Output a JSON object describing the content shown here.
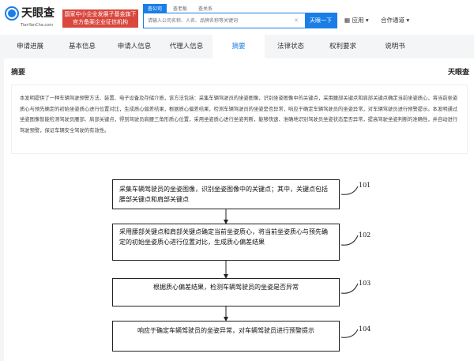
{
  "header": {
    "logo": "天眼查",
    "logo_sub": "TianYanCha.com",
    "badge_line1": "国家中小企业发展子基金旗下",
    "badge_line2": "官方备案企业征信机构",
    "search_tabs": [
      "查公司",
      "查老板",
      "查关系"
    ],
    "search_placeholder": "请输入公司名称、人名、品牌名称等关键词",
    "search_button": "天眼一下",
    "apps": "应用",
    "coop": "合作通道"
  },
  "nav": [
    "申请进展",
    "基本信息",
    "申请人信息",
    "代理人信息",
    "摘要",
    "法律状态",
    "权利要求",
    "说明书"
  ],
  "panel": {
    "title": "摘要",
    "brand": "天眼查",
    "abstract": "本发明提供了一种车辆驾驶预警方法、装置、电子设备及存储介质，该方法包括：采集车辆驾驶员的坐姿图像，识别坐姿图像中的关键点，采用腰部关键点和肩部关键点确定当前坐姿质心，将当前坐姿质心与预先确定的初始坐姿质心进行位置对比，生成质心偏差结果，根据质心偏差结果，检测车辆驾驶员的坐姿是否异常，响应于确定车辆驾驶员的坐姿异常，对车辆驾驶员进行预警提示。本发明通过坐姿图像智能检测驾驶员腰部、肩部关键点，得到驾驶员肩腰三角形质心位置，采用坐姿质心进行坐姿判断，能够快速、准确地识别驾驶员坐姿状态是否异常，提高驾驶坐姿判断的准确性，并自动进行驾驶预警，保证车辆安全驾驶的有效性。"
  },
  "flow": [
    {
      "text": "采集车辆驾驶员的坐姿图像，识别坐姿图像中的关键点；其中，关键点包括腰部关键点和肩部关键点",
      "label": "101"
    },
    {
      "text": "采用腰部关键点和肩部关键点确定当前坐姿质心，将当前坐姿质心与预先确定的初始坐姿质心进行位置对比，生成质心偏差结果",
      "label": "102"
    },
    {
      "text": "根据质心偏差结果，检测车辆驾驶员的坐姿是否异常",
      "label": "103"
    },
    {
      "text": "响应于确定车辆驾驶员的坐姿异常，对车辆驾驶员进行预警提示",
      "label": "104"
    }
  ]
}
